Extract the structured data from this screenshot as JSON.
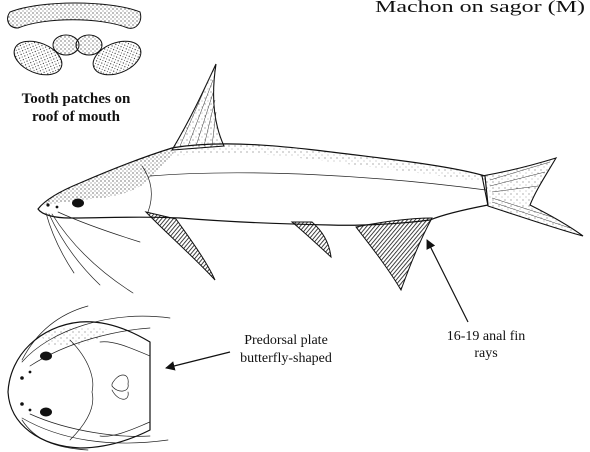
{
  "header": {
    "caption": "Machon on sagor (M)"
  },
  "labels": {
    "tooth_patches": [
      "Tooth patches on",
      "roof of mouth"
    ],
    "anal_fin": [
      "16-19 anal fin",
      "rays"
    ],
    "predorsal": [
      "Predorsal plate",
      "butterfly-shaped"
    ]
  },
  "colors": {
    "ink": "#111111",
    "background": "#ffffff"
  }
}
